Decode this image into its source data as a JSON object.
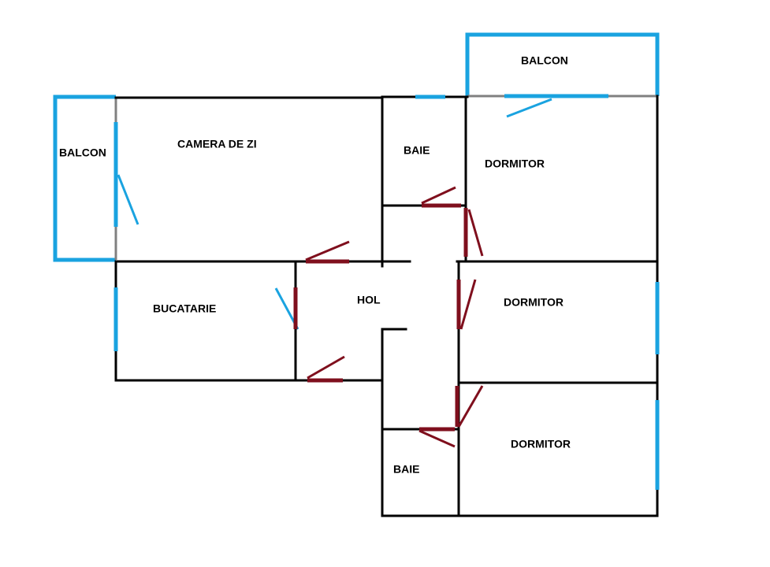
{
  "colors": {
    "wall": "#000000",
    "balcony": "#1aa3e0",
    "window": "#1aa3e0",
    "door": "#7f0f1d",
    "gap": "#808080"
  },
  "rooms": {
    "balcon_left": "BALCON",
    "balcon_top": "BALCON",
    "camera_de_zi": "CAMERA DE ZI",
    "baie_top": "BAIE",
    "dormitor_1": "DORMITOR",
    "dormitor_2": "DORMITOR",
    "dormitor_3": "DORMITOR",
    "bucatarie": "BUCATARIE",
    "hol": "HOL",
    "baie_bottom": "BAIE"
  }
}
